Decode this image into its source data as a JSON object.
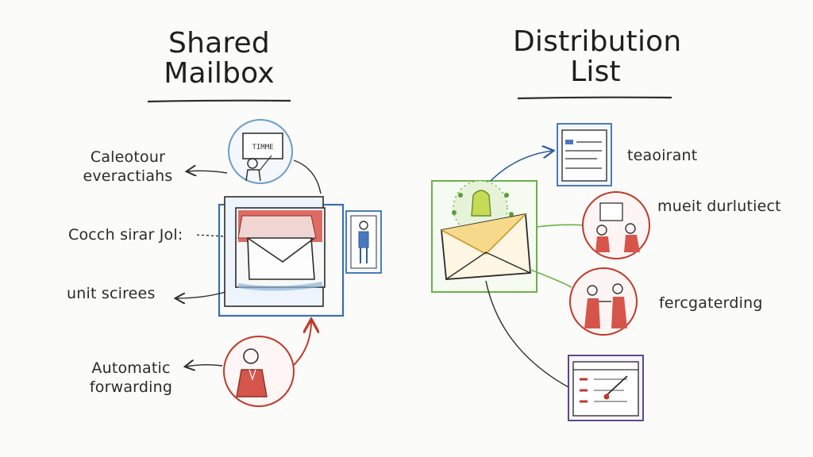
{
  "left": {
    "title_line1": "Shared",
    "title_line2": "Mailbox",
    "labels": {
      "top": "Caleotour everactiahs",
      "middle": "Cocch sirar Jol:",
      "lower": "unit scirees",
      "bottom": "Automatic forwarding"
    },
    "screen_text": "TIMME"
  },
  "right": {
    "title_line1": "Distribution",
    "title_line2": "List",
    "labels": {
      "top": "teaoirant",
      "upper_mid": "mueit durlutiect",
      "lower_mid": "fercgaterding"
    }
  },
  "colors": {
    "ink": "#2b2b2b",
    "blue": "#3a6fb0",
    "red": "#c0392b",
    "green": "#6bb04a",
    "purple": "#5a4a8a"
  }
}
